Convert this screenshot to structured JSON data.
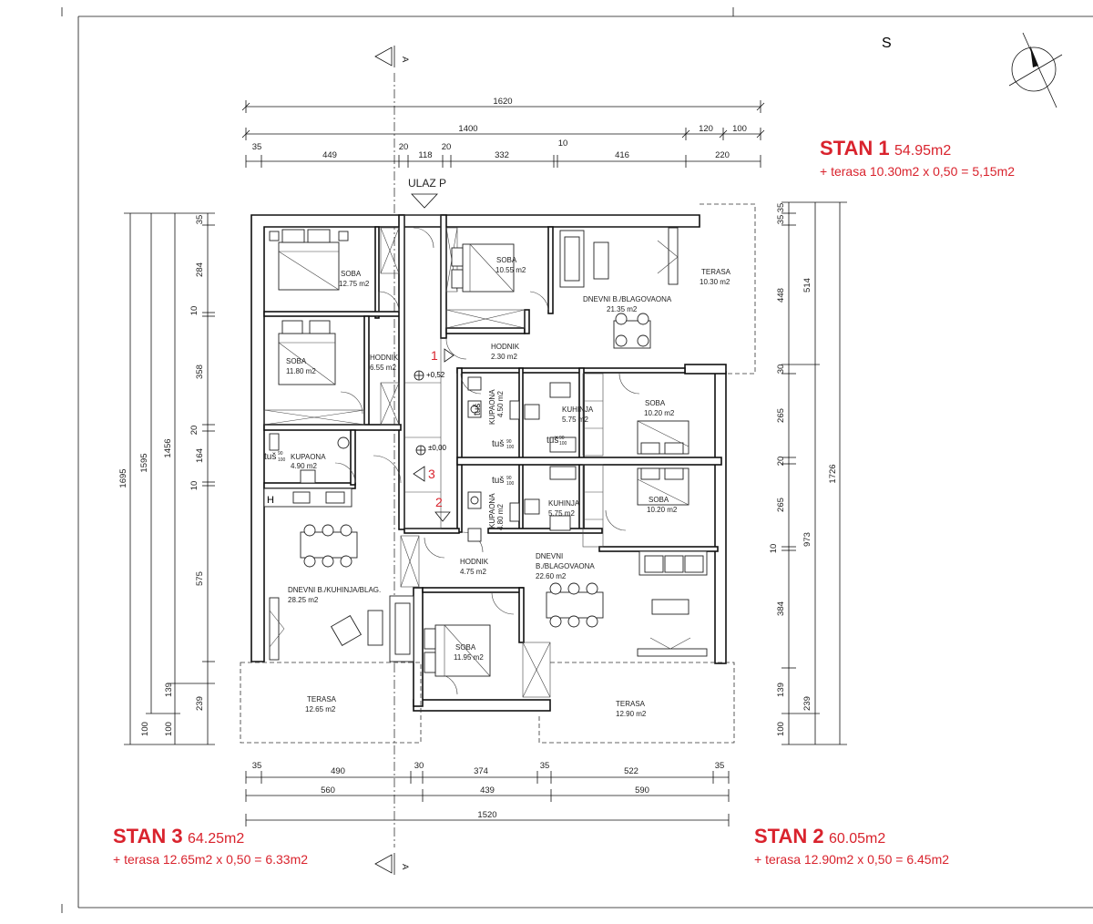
{
  "orientation": {
    "north_label": "S"
  },
  "section": {
    "label": "A"
  },
  "entrance": {
    "label": "ULAZ P"
  },
  "levels": {
    "upper": "+0,52",
    "lower": "±0,00"
  },
  "markers": [
    "1",
    "2",
    "3"
  ],
  "dims_top": {
    "total": "1620",
    "row2": [
      "1400",
      "120",
      "100"
    ],
    "row3": [
      "35",
      "449",
      "20",
      "118",
      "20",
      "332",
      "10",
      "416",
      "220"
    ]
  },
  "dims_bottom": {
    "row1": [
      "35",
      "490",
      "30",
      "374",
      "35",
      "522",
      "35"
    ],
    "row2": [
      "560",
      "439",
      "590"
    ],
    "total": "1520"
  },
  "dims_left": {
    "outer": "1695",
    "second": "1595",
    "third": "1456",
    "segments": [
      "35",
      "284",
      "10",
      "358",
      "20",
      "164",
      "10",
      "575",
      "139",
      "239",
      "100",
      "100"
    ]
  },
  "dims_right": {
    "segments": [
      "35",
      "35",
      "448",
      "30",
      "265",
      "20",
      "265",
      "10",
      "384",
      "139",
      "239",
      "100"
    ],
    "second": [
      "514",
      "973"
    ],
    "outer": "1726"
  },
  "rooms": {
    "soba1": {
      "name": "SOBA",
      "area": "12.75 m2"
    },
    "soba2": {
      "name": "SOBA",
      "area": "11.80 m2"
    },
    "hodnik1": {
      "name": "HODNIK",
      "area": "6.55 m2"
    },
    "kupaona1": {
      "name": "KUPAONA",
      "area": "4.90 m2"
    },
    "dnevni3": {
      "name": "DNEVNI B./KUHINJA/BLAG.",
      "area": "28.25 m2"
    },
    "terasa3": {
      "name": "TERASA",
      "area": "12.65 m2"
    },
    "soba3": {
      "name": "SOBA",
      "area": "10.55 m2"
    },
    "hodnik2": {
      "name": "HODNIK",
      "area": "2.30 m2"
    },
    "dnevni1": {
      "name": "DNEVNI B./BLAGOVAONA",
      "area": "21.35 m2"
    },
    "terasa1": {
      "name": "TERASA",
      "area": "10.30 m2"
    },
    "kupaona2": {
      "name": "KUPAONA",
      "area": "4.50 m2"
    },
    "kuhinja1": {
      "name": "KUHINJA",
      "area": "5.75 m2"
    },
    "soba4": {
      "name": "SOBA",
      "area": "10.20 m2"
    },
    "soba5": {
      "name": "SOBA",
      "area": "10.20 m2"
    },
    "kupaona3": {
      "name": "KUPAONA",
      "area": "4.80 m2"
    },
    "kuhinja2": {
      "name": "KUHINJA",
      "area": "5.75 m2"
    },
    "hodnik3": {
      "name": "HODNIK",
      "area": "4.75 m2"
    },
    "dnevni2a": {
      "name": "DNEVNI",
      "area": "B./BLAGOVAONA"
    },
    "dnevni2b": {
      "area": "22.60 m2"
    },
    "soba6": {
      "name": "SOBA",
      "area": "11.95 m2"
    },
    "terasa2": {
      "name": "TERASA",
      "area": "12.90 m2"
    }
  },
  "tus": {
    "label": "tuš",
    "size_a": "90",
    "size_b": "100"
  },
  "apartments": {
    "stan1": {
      "title": "STAN 1",
      "area": "54.95m2",
      "terrace": "+ terasa 10.30m2 x 0,50 = 5,15m2"
    },
    "stan2": {
      "title": "STAN 2",
      "area": "60.05m2",
      "terrace": "+ terasa 12.90m2 x 0,50 = 6.45m2"
    },
    "stan3": {
      "title": "STAN 3",
      "area": "64.25m2",
      "terrace": "+ terasa 12.65m2 x 0,50 = 6.33m2"
    }
  }
}
